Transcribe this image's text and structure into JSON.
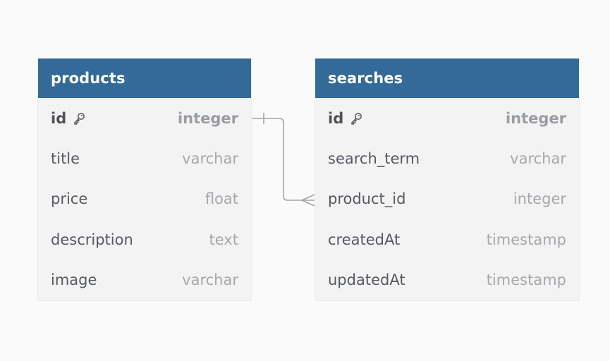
{
  "tables": [
    {
      "name": "products",
      "columns": [
        {
          "name": "id",
          "type": "integer",
          "pk": true
        },
        {
          "name": "title",
          "type": "varchar"
        },
        {
          "name": "price",
          "type": "float"
        },
        {
          "name": "description",
          "type": "text"
        },
        {
          "name": "image",
          "type": "varchar"
        }
      ]
    },
    {
      "name": "searches",
      "columns": [
        {
          "name": "id",
          "type": "integer",
          "pk": true
        },
        {
          "name": "search_term",
          "type": "varchar"
        },
        {
          "name": "product_id",
          "type": "integer"
        },
        {
          "name": "createdAt",
          "type": "timestamp"
        },
        {
          "name": "updatedAt",
          "type": "timestamp"
        }
      ]
    }
  ],
  "relationship": {
    "from": "products.id",
    "to": "searches.product_id",
    "cardinality": "one-to-many"
  },
  "colors": {
    "header": "#336a98",
    "table_bg": "#f3f3f4",
    "connector": "#a0a4aa"
  },
  "icons": {
    "primary_key": "key-icon"
  }
}
